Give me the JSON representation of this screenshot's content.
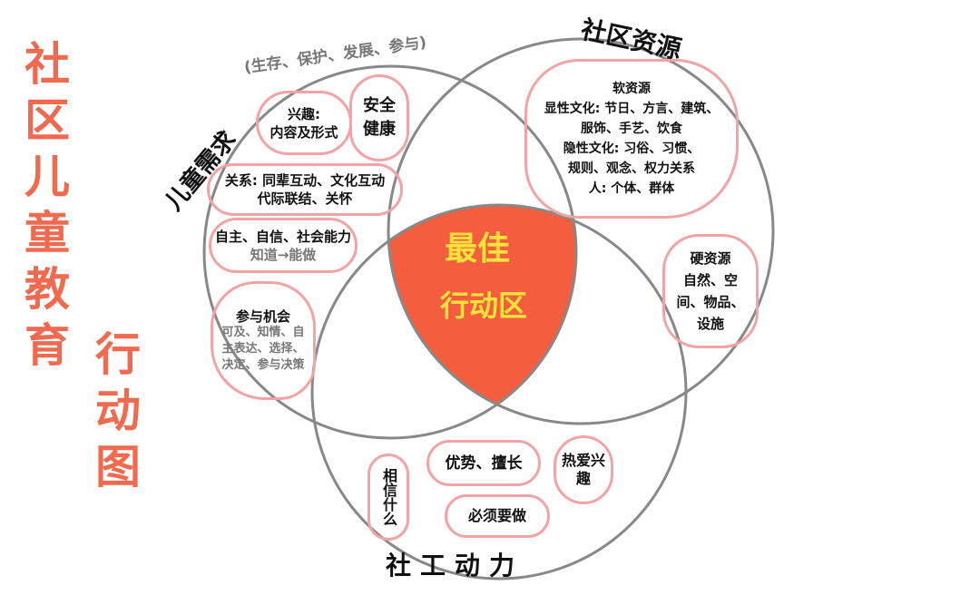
{
  "title": {
    "line1": "社区儿童教育",
    "line2": "行动图"
  },
  "circles": {
    "children": {
      "label": "儿童需求",
      "sub": "(生存、保护、发展、参与)"
    },
    "community": {
      "label": "社区资源"
    },
    "social_work": {
      "label": "社工动力"
    }
  },
  "center": {
    "line1": "最佳",
    "line2": "行动区"
  },
  "children_items": [
    {
      "title": "兴趣:",
      "text": "内容及形式"
    },
    {
      "title": "安全",
      "text": "健康"
    },
    {
      "title": "关系: 同辈互动、文化互动",
      "text": "代际联结、关怀"
    },
    {
      "title": "自主、自信、社会能力",
      "text": "知道→能做"
    },
    {
      "title": "参与机会",
      "text": "可及、知情、自主表达、选择、决定、参与决策"
    }
  ],
  "soft": {
    "title": "软资源",
    "l1": "显性文化: 节日、方言、建筑、",
    "l2": "服饰、手艺、饮食",
    "l3": "隐性文化: 习俗、习惯、",
    "l4": "规则、观念、权力关系",
    "l5": "人: 个体、群体"
  },
  "hard": {
    "title": "硬资源",
    "text": "自然、空间、物品、设施"
  },
  "sw_items": {
    "a": "相信什么",
    "b": "优势、擅长",
    "c": "热爱兴趣",
    "d": "必须要做"
  },
  "colors": {
    "center": "#f45e3e",
    "center_text": "#ffe23a",
    "title": "#f06a50",
    "bubble": "#f2a3a3"
  }
}
